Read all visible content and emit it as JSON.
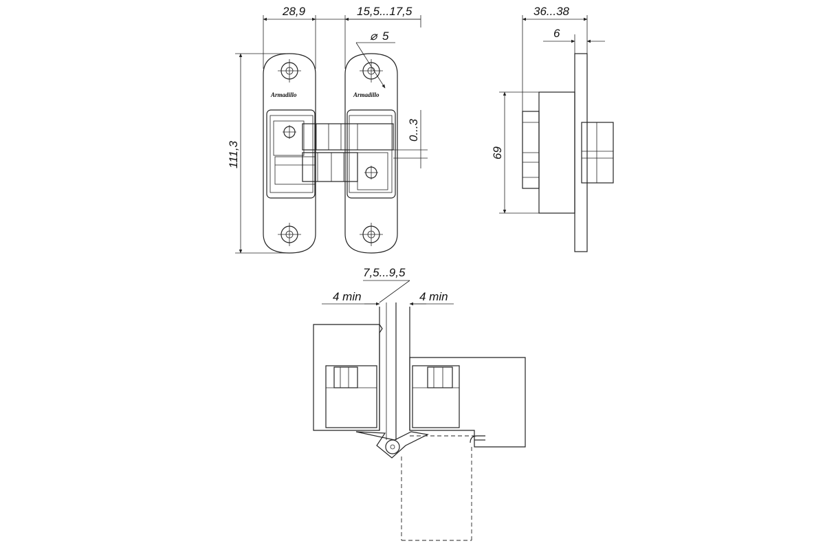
{
  "dimensions": {
    "width_hinge": "28,9",
    "offset_range": "15,5...17,5",
    "hole_diameter": "5",
    "height_total": "111,3",
    "adjust_vertical": "0...3",
    "depth_range": "36...38",
    "plate_thickness": "6",
    "body_height": "69",
    "gap_range": "7,5...9,5",
    "min_left": "4 min",
    "min_right": "4 min"
  },
  "symbols": {
    "diameter_symbol": "⌀"
  },
  "brand": {
    "logo_text": "Armadillo"
  }
}
